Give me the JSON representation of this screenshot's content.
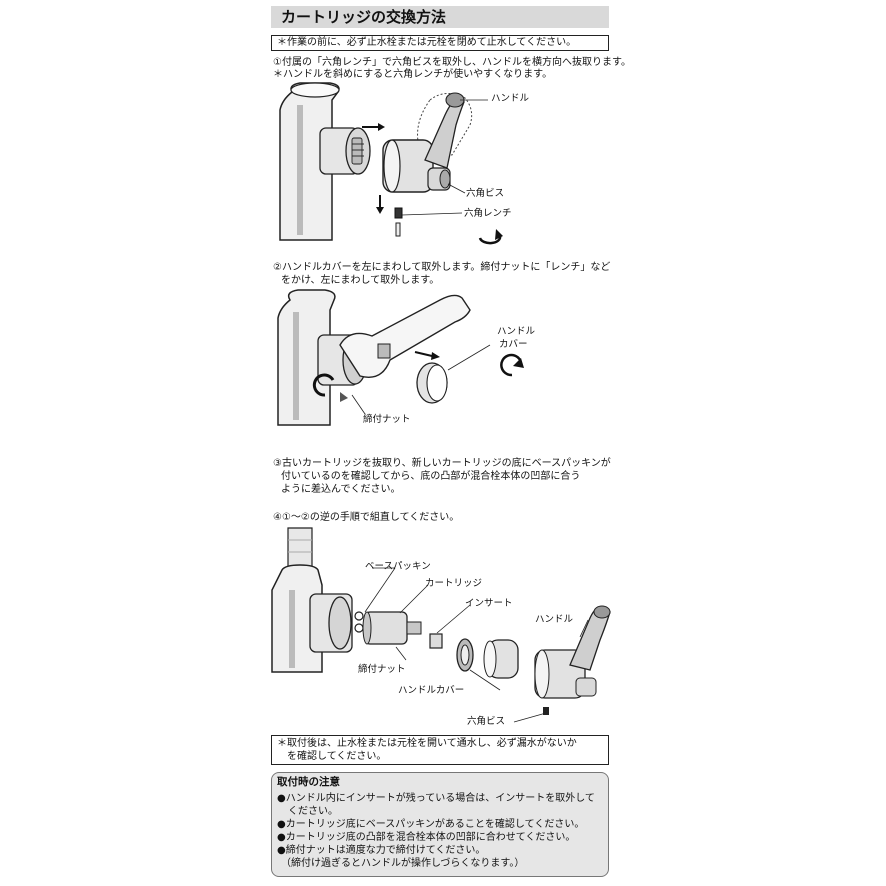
{
  "title": "カートリッジの交換方法",
  "warning": "＊作業の前に、必ず止水栓または元栓を閉めて止水してください。",
  "step1": {
    "line1": "①付属の「六角レンチ」で六角ビスを取外し、ハンドルを横方向へ抜取ります。",
    "line2": "＊ハンドルを斜めにすると六角レンチが使いやすくなります。",
    "labels": {
      "handle": "ハンドル",
      "hex_screw": "六角ビス",
      "hex_wrench": "六角レンチ"
    }
  },
  "step2": {
    "line1": "②ハンドルカバーを左にまわして取外します。締付ナットに「レンチ」など",
    "line2": "をかけ、左にまわして取外します。",
    "labels": {
      "handle_cover_1": "ハンドル",
      "handle_cover_2": "カバー",
      "nut": "締付ナット"
    }
  },
  "step3": {
    "line1": "③古いカートリッジを抜取り、新しいカートリッジの底にベースパッキンが",
    "line2": "付いているのを確認してから、底の凸部が混合栓本体の凹部に合う",
    "line3": "ように差込んでください。"
  },
  "step4": {
    "line1": "④①～②の逆の手順で組直してください。",
    "labels": {
      "base_packing": "ベースパッキン",
      "cartridge": "カートリッジ",
      "insert": "インサート",
      "handle": "ハンドル",
      "nut": "締付ナット",
      "handle_cover": "ハンドルカバー",
      "hex_screw": "六角ビス"
    }
  },
  "after": {
    "line1": "＊取付後は、止水栓または元栓を開いて通水し、必ず漏水がないか",
    "line2": "を確認してください。"
  },
  "notes": {
    "title": "取付時の注意",
    "items": [
      "●ハンドル内にインサートが残っている場合は、インサートを取外して",
      "ください。",
      "●カートリッジ底にベースパッキンがあることを確認してください。",
      "●カートリッジ底の凸部を混合栓本体の凹部に合わせてください。",
      "●締付ナットは適度な力で締付けてください。",
      "（締付け過ぎるとハンドルが操作しづらくなります。）"
    ]
  }
}
